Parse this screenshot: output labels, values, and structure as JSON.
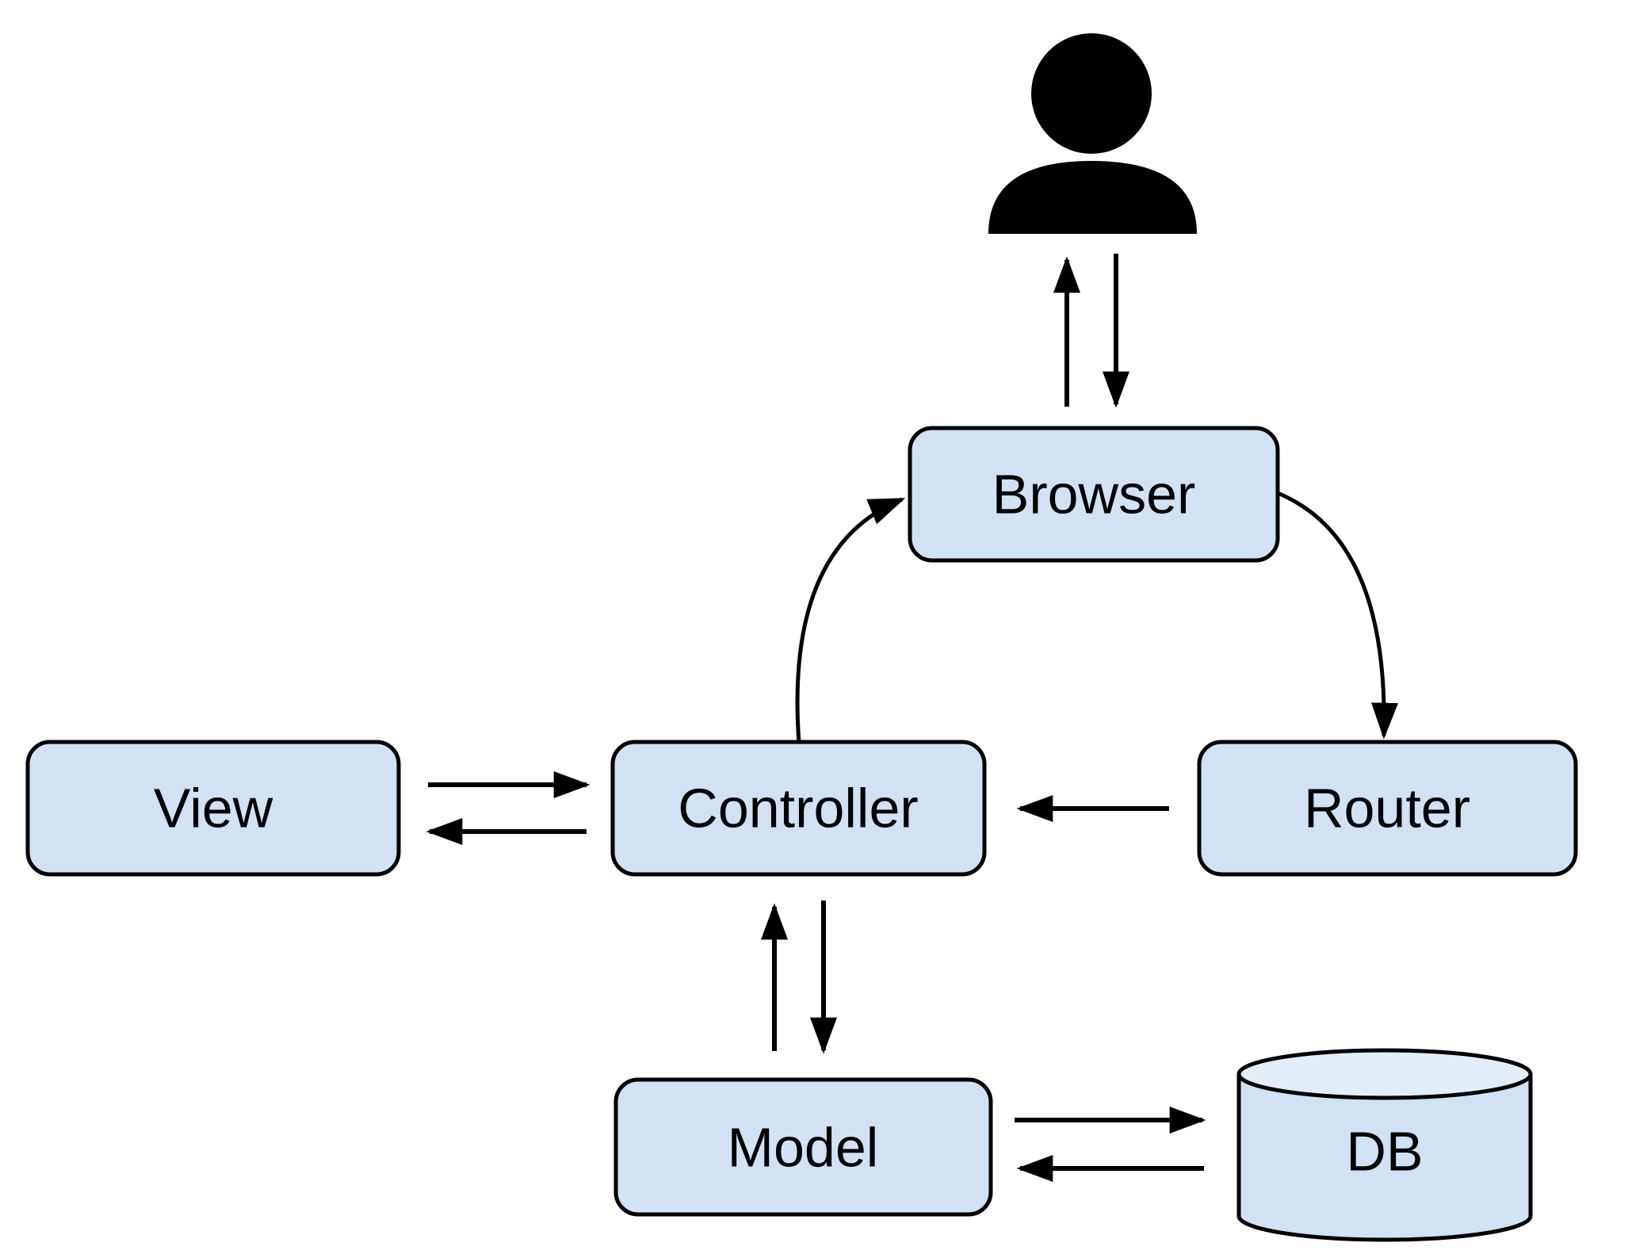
{
  "diagram": {
    "nodes": {
      "browser": {
        "label": "Browser"
      },
      "view": {
        "label": "View"
      },
      "controller": {
        "label": "Controller"
      },
      "router": {
        "label": "Router"
      },
      "model": {
        "label": "Model"
      },
      "db": {
        "label": "DB"
      }
    },
    "icons": {
      "user": "user-icon"
    },
    "edges": [
      {
        "from": "user",
        "to": "browser"
      },
      {
        "from": "browser",
        "to": "user"
      },
      {
        "from": "controller",
        "to": "browser"
      },
      {
        "from": "browser",
        "to": "router"
      },
      {
        "from": "router",
        "to": "controller"
      },
      {
        "from": "view",
        "to": "controller"
      },
      {
        "from": "controller",
        "to": "view"
      },
      {
        "from": "controller",
        "to": "model"
      },
      {
        "from": "model",
        "to": "controller"
      },
      {
        "from": "model",
        "to": "db"
      },
      {
        "from": "db",
        "to": "model"
      }
    ],
    "colors": {
      "background": "#ffffff",
      "node_fill": "#d0e2f3",
      "db_top_fill": "#e3edf8",
      "node_stroke": "#000000",
      "arrow": "#000000",
      "icon": "#000000"
    }
  }
}
